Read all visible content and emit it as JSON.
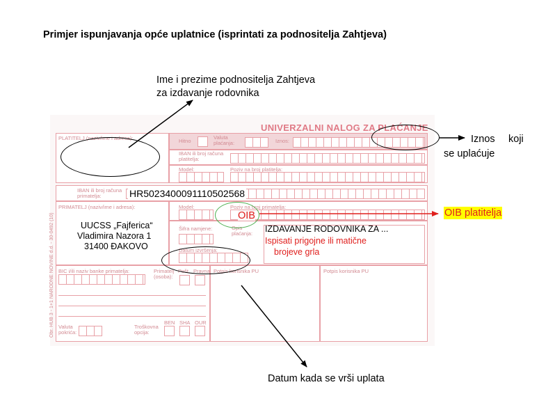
{
  "title": "Primjer ispunjavanja opće uplatnice (isprintati za podnositelja Zahtjeva)",
  "annotations": {
    "payer_name_line1": "Ime i prezime podnositelja Zahtjeva",
    "payer_name_line2": "za izdavanje rodovnika",
    "amount_line1": "Iznos",
    "amount_line1b": "koji",
    "amount_line2": "se uplaćuje",
    "oib_payer": "OIB platitelja",
    "date_note": "Datum kada se vrši uplata"
  },
  "form": {
    "header": "UNIVERZALNI NALOG ZA PLAĆANJE",
    "labels": {
      "payer": "PLATITELJ (naziv/ime i adresa):",
      "urgent": "Hitno",
      "currency": "Valuta plaćanja:",
      "amount": "Iznos:",
      "iban_payer": "IBAN ili broj računa platitelja:",
      "model": "Model:",
      "ref_payer": "Poziv na broj platitelja:",
      "iban_recipient": "IBAN ili broj računa primatelja:",
      "recipient": "PRIMATELJ (naziv/ime i adresa):",
      "model2": "Model:",
      "ref_recipient": "Poziv na broj primatelja:",
      "purpose_code": "Šifra namjene:",
      "description": "Opis plaćanja:",
      "execution_date": "Datum izvršenja:",
      "bic": "BIC i/ili naziv banke primatelja:",
      "recipient_person": "Primatelj (osoba):",
      "method1": "Pošt.",
      "method2": "Pravna",
      "signature_user": "Potpis korisnika PU",
      "signature_user2": "Potpis korisnika PU",
      "cover_currency": "Valuta pokrića:",
      "costs": "Troškovna opcija:",
      "ben": "BEN",
      "sha": "SHA",
      "our": "OUR",
      "side_text": "Obr. HUB 3 - 1+1 NARODNE NOVINE d.d. - 30-0492 (10)"
    },
    "iban_recipient_value": "HR5023400091110502568",
    "recipient_line1": "UUCSS „Fajferica“",
    "recipient_line2": "Vladimira Nazora 1",
    "recipient_line3": "31400 ĐAKOVO",
    "oib_field": "OIB",
    "description_value": "IZDAVANJE RODOVNIKA ZA ...",
    "description_note_line1": "Ispisati prigojne ili matične",
    "description_note_line2": "brojeve grla"
  }
}
